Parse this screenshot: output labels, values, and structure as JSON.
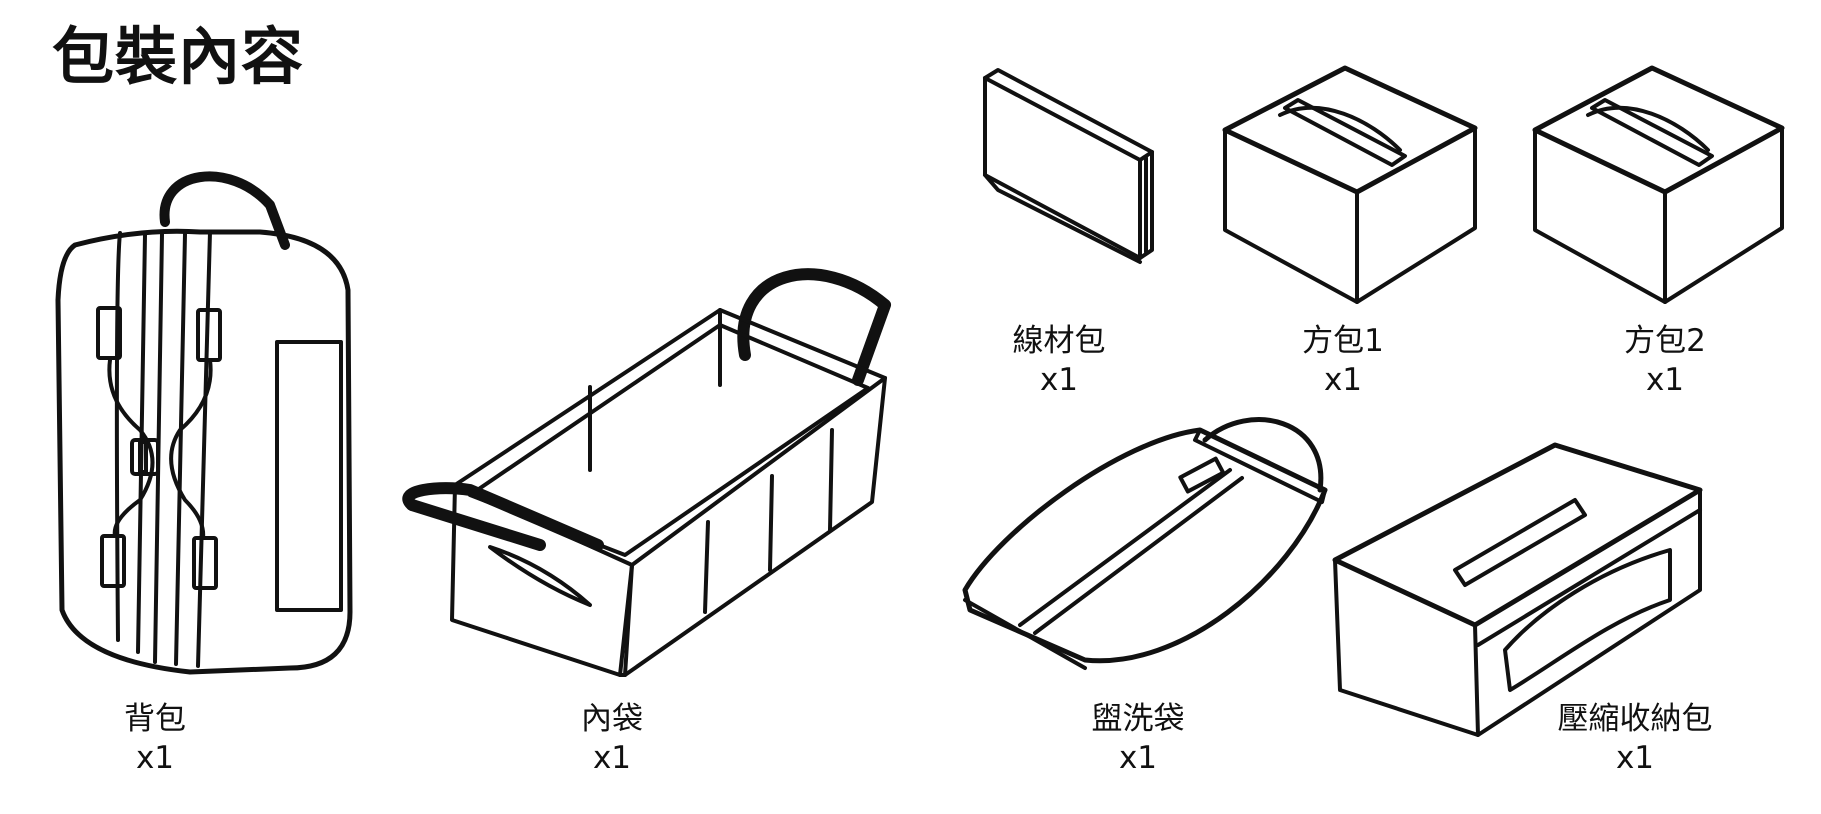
{
  "title": "包裝內容",
  "items": [
    {
      "id": "backpack",
      "name": "背包",
      "qty": "x1",
      "icon": "backpack-icon"
    },
    {
      "id": "inner-bag",
      "name": "內袋",
      "qty": "x1",
      "icon": "inner-bag-icon"
    },
    {
      "id": "cable-bag",
      "name": "線材包",
      "qty": "x1",
      "icon": "cable-pouch-icon"
    },
    {
      "id": "cube-1",
      "name": "方包1",
      "qty": "x1",
      "icon": "packing-cube-icon"
    },
    {
      "id": "cube-2",
      "name": "方包2",
      "qty": "x1",
      "icon": "packing-cube-icon"
    },
    {
      "id": "toiletry-bag",
      "name": "盥洗袋",
      "qty": "x1",
      "icon": "toiletry-bag-icon"
    },
    {
      "id": "compression-bag",
      "name": "壓縮收納包",
      "qty": "x1",
      "icon": "compression-bag-icon"
    }
  ]
}
